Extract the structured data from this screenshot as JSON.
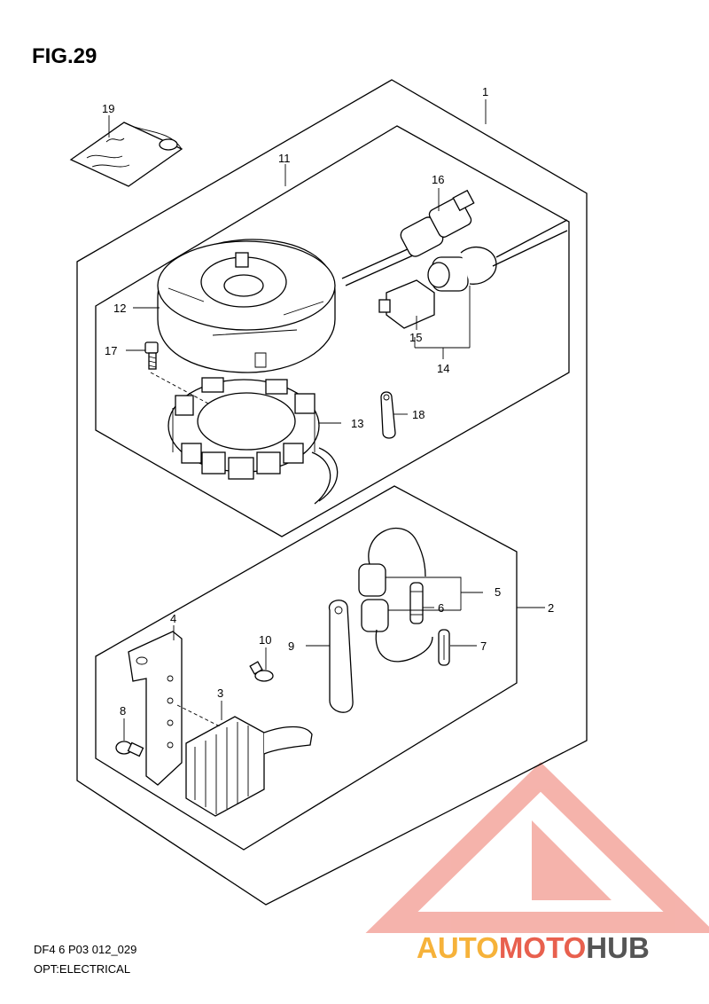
{
  "figure": {
    "title": "FIG.29",
    "code": "DF4 6 P03 012_029",
    "subtitle": "OPT:ELECTRICAL"
  },
  "callouts": {
    "c1": "1",
    "c2": "2",
    "c3": "3",
    "c4": "4",
    "c5": "5",
    "c6": "6",
    "c7": "7",
    "c8": "8",
    "c9": "9",
    "c10": "10",
    "c11": "11",
    "c12": "12",
    "c13": "13",
    "c14": "14",
    "c15": "15",
    "c16": "16",
    "c17": "17",
    "c18": "18",
    "c19": "19"
  },
  "watermark": {
    "part1": "AUTO",
    "part2": "MOTO",
    "part3": "HUB",
    "colors": {
      "orange": "#f6b23a",
      "red": "#e8604e",
      "gray": "#555555",
      "salmon": "#f29a90"
    }
  }
}
